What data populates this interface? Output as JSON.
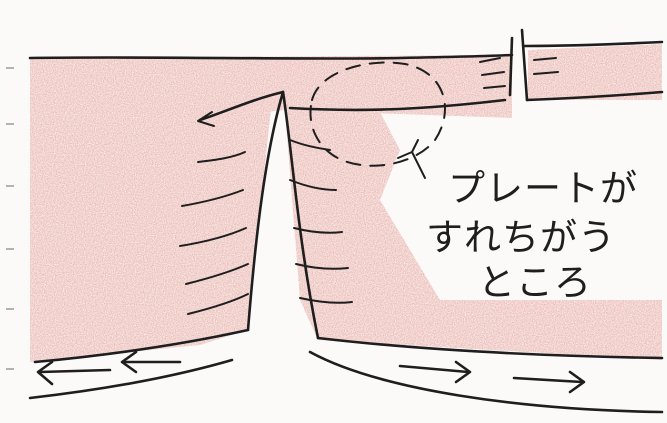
{
  "annotation": {
    "lines": [
      "プレートが",
      "すれちがう",
      "ところ"
    ]
  },
  "colors": {
    "plate_fill": "#e7a8a1",
    "ink": "#1e1e1e",
    "paper": "#fbfaf9"
  }
}
